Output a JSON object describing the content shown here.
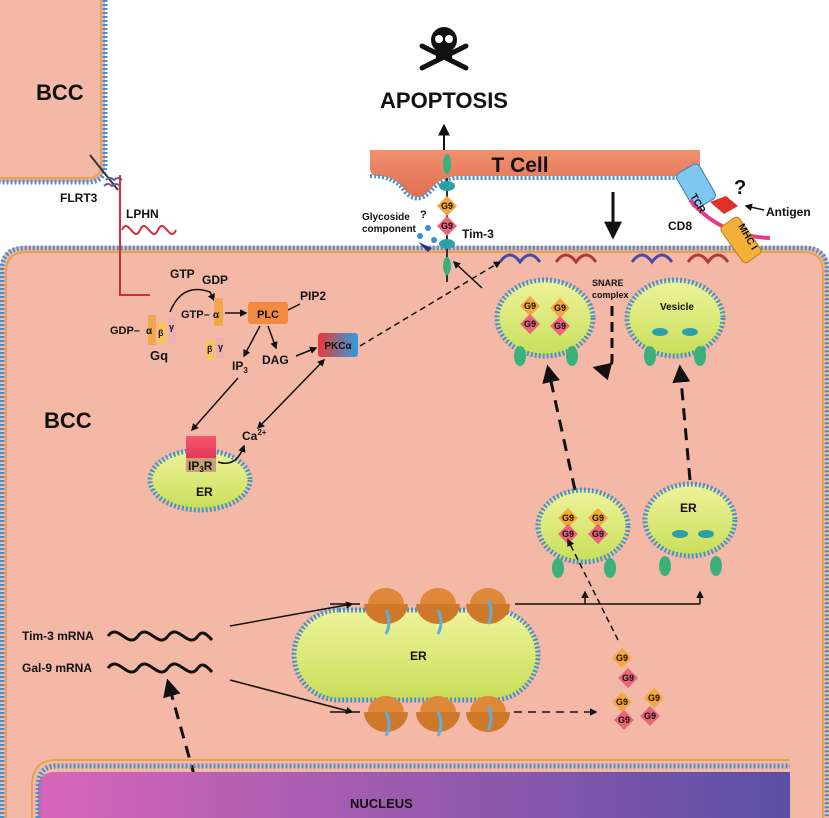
{
  "labels": {
    "bcc_top": "BCC",
    "bcc_main": "BCC",
    "apoptosis": "APOPTOSIS",
    "t_cell": "T Cell",
    "flrt3": "FLRT3",
    "lphn": "LPHN",
    "glycoside_l1": "Glycoside",
    "glycoside_l2": "component",
    "question": "?",
    "tim3": "Tim-3",
    "snare_l1": "SNARE",
    "snare_l2": "complex",
    "vesicle": "Vesicle",
    "tcr": "TCR",
    "cd8": "CD8",
    "antigen": "Antigen",
    "mhc": "MHC I",
    "gtp1": "GTP",
    "gdp": "GDP",
    "gtp2": "GTP",
    "alpha": "α",
    "gdp2": "GDP",
    "beta": "β",
    "gamma": "γ",
    "gq": "Gq",
    "plc": "PLC",
    "pip2": "PIP2",
    "ip3": "IP",
    "ip3_sub": "3",
    "dag": "DAG",
    "pkc": "PKCα",
    "ca": "Ca",
    "ca_sup": "2+",
    "ip3r": "IP",
    "ip3r_sub": "3",
    "ip3r_r": "R",
    "er1": "ER",
    "er2": "ER",
    "er3": "ER",
    "g9": "G9",
    "tim3_mrna": "Tim-3 mRNA",
    "gal9_mrna": "Gal-9 mRNA",
    "nucleus": "NUCLEUS"
  },
  "colors": {
    "cell": "#f4b9a6",
    "membrane_head": "#4a90c8",
    "membrane_tail": "#e8a050",
    "tcell": "#e8825e",
    "er": "#ddea7a",
    "g9_orange": "#f5a53a",
    "g9_pink": "#e8647a",
    "nucleus_left": "#d45fb5",
    "nucleus_right": "#5a50a8"
  }
}
